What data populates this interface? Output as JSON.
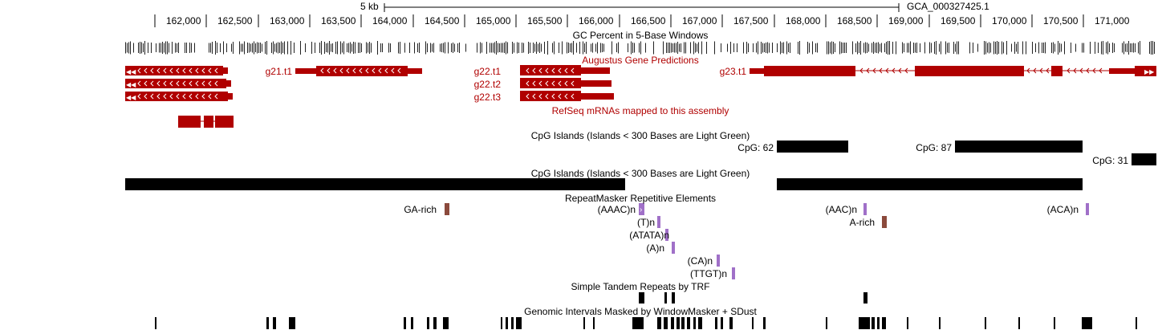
{
  "ruler": {
    "scale_label": "5 kb",
    "assembly": "GCA_000327425.1",
    "ticks": [
      "162,000",
      "162,500",
      "163,000",
      "163,500",
      "164,000",
      "164,500",
      "165,000",
      "165,500",
      "166,000",
      "166,500",
      "167,000",
      "167,500",
      "168,000",
      "168,500",
      "169,000",
      "169,500",
      "170,000",
      "170,500",
      "171,000"
    ]
  },
  "tracks": {
    "gc_percent": "GC Percent in 5-Base Windows",
    "augustus": "Augustus Gene Predictions",
    "refseq": "RefSeq mRNAs mapped to this assembly",
    "cpg1": "CpG Islands (Islands < 300 Bases are Light Green)",
    "cpg2": "CpG Islands (Islands < 300 Bases are Light Green)",
    "repeatmasker": "RepeatMasker Repetitive Elements",
    "trf": "Simple Tandem Repeats by TRF",
    "windowmasker": "Genomic Intervals Masked by WindowMasker + SDust"
  },
  "genes": {
    "g21": "g21.t1",
    "g22_1": "g22.t1",
    "g22_2": "g22.t2",
    "g22_3": "g22.t3",
    "g23": "g23.t1"
  },
  "cpg_labels": {
    "a": "CpG: 62",
    "b": "CpG: 87",
    "c": "CpG: 31"
  },
  "repeats": {
    "ga_rich": "GA-rich",
    "aaac": "(AAAC)n",
    "t": "(T)n",
    "atata": "(ATATA)n",
    "a": "(A)n",
    "ca": "(CA)n",
    "ttgt": "(TTGT)n",
    "aac": "(AAC)n",
    "a_rich": "A-rich",
    "aca": "(ACA)n"
  },
  "colors": {
    "gene": "#b00000",
    "repeat_simple": "#a070c8",
    "repeat_lowcomplex": "#8b4a3c",
    "cpg": "#000000"
  }
}
